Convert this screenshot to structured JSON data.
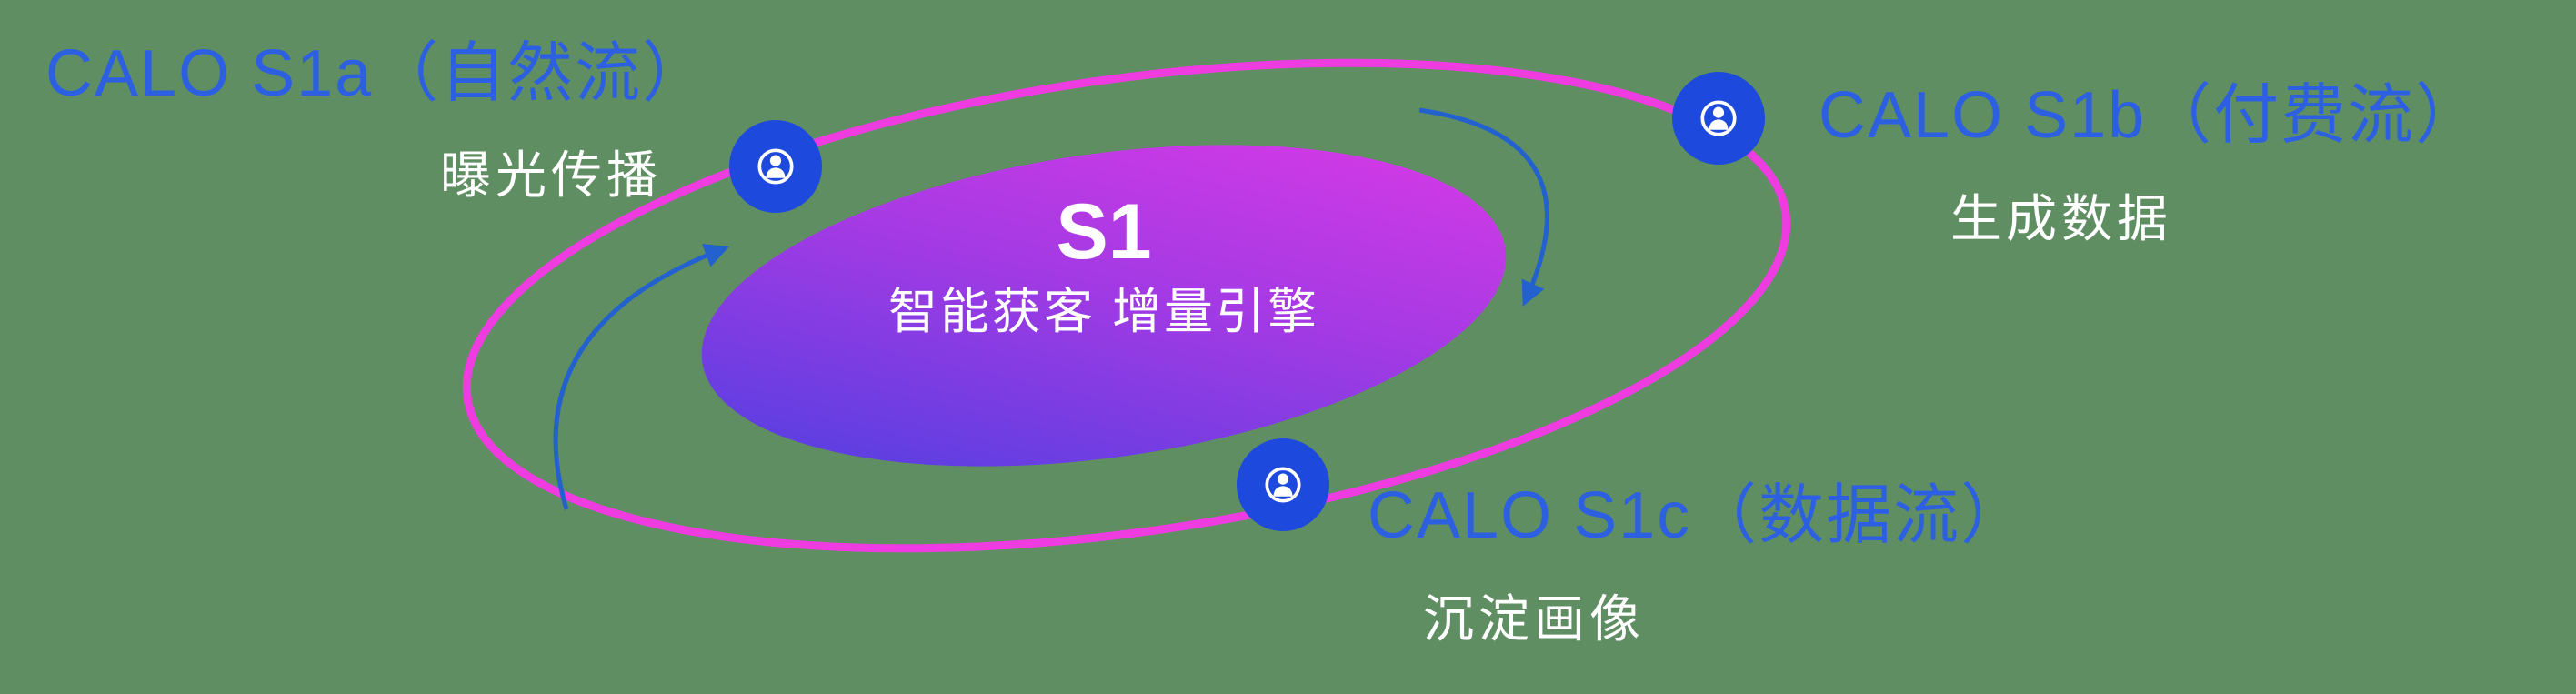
{
  "css_vars": {
    "bg": "#5f8e63",
    "ring": "#ee3ce1",
    "label-blue": "#2d60e0",
    "sublabel-white": "#ffffff",
    "node-bg": "#1d49dc",
    "arrow": "#2361cf",
    "grad-from": "#4640e0",
    "grad-mid": "#a53ae4",
    "grad-to": "#e039e6"
  },
  "center": {
    "title": "S1",
    "subtitle": "智能获客  增量引擎"
  },
  "nodes": {
    "s1a": {
      "label": "CALO S1a（自然流）",
      "sublabel": "曝光传播"
    },
    "s1b": {
      "label": "CALO S1b（付费流）",
      "sublabel": "生成数据"
    },
    "s1c": {
      "label": "CALO S1c（数据流）",
      "sublabel": "沉淀画像"
    }
  }
}
